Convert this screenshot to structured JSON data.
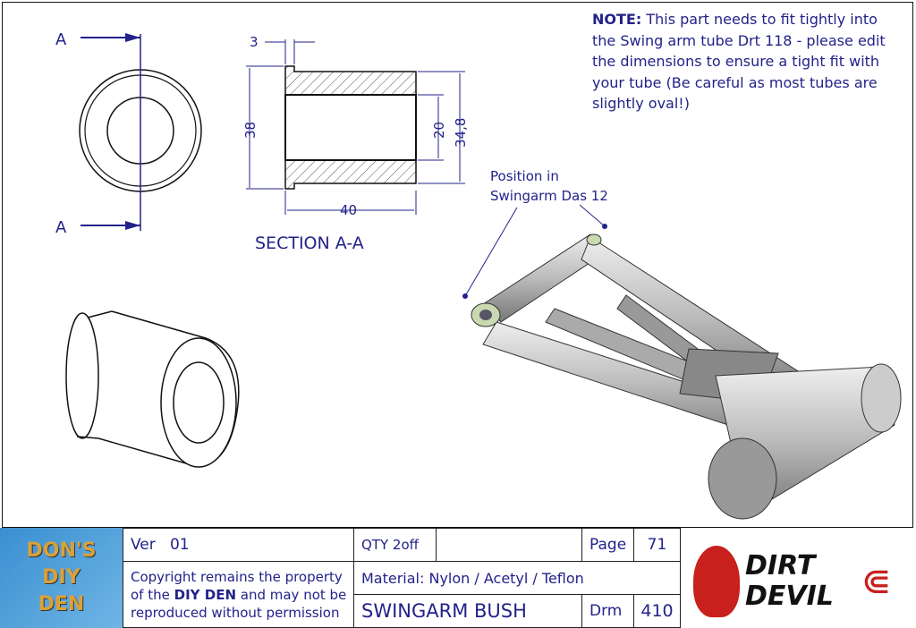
{
  "note": {
    "prefix": "NOTE:",
    "text": "This part needs to fit tightly into the Swing arm tube Drt 118 - please edit the dimensions to ensure a tight fit with your tube (Be careful as most tubes are slightly oval!)"
  },
  "views": {
    "section_label": "SECTION A-A",
    "cut_label_top": "A",
    "cut_label_bottom": "A",
    "dims": {
      "flange": "3",
      "outer": "38",
      "bore": "20",
      "body": "34,8",
      "length": "40"
    },
    "position_label_line1": "Position in",
    "position_label_line2": "Swingarm Das 12"
  },
  "title_block": {
    "logo_left": "DON'S DIY DEN",
    "version": "Ver   01",
    "qty": "QTY 2off",
    "page_label": "Page",
    "page_value": "71",
    "copyright_1": "Copyright remains the property",
    "copyright_2a": "of the ",
    "copyright_2b": "DIY DEN",
    "copyright_2c": " and may not be",
    "copyright_3": "reproduced without permission",
    "material": "Material:  Nylon / Acetyl / Teflon",
    "part_name": "SWINGARM BUSH",
    "drawing_label": "Drm",
    "drawing_value": "410",
    "logo_right": "DIRT DEVIL"
  },
  "colors": {
    "ink": "#22228a",
    "line": "#111111"
  }
}
